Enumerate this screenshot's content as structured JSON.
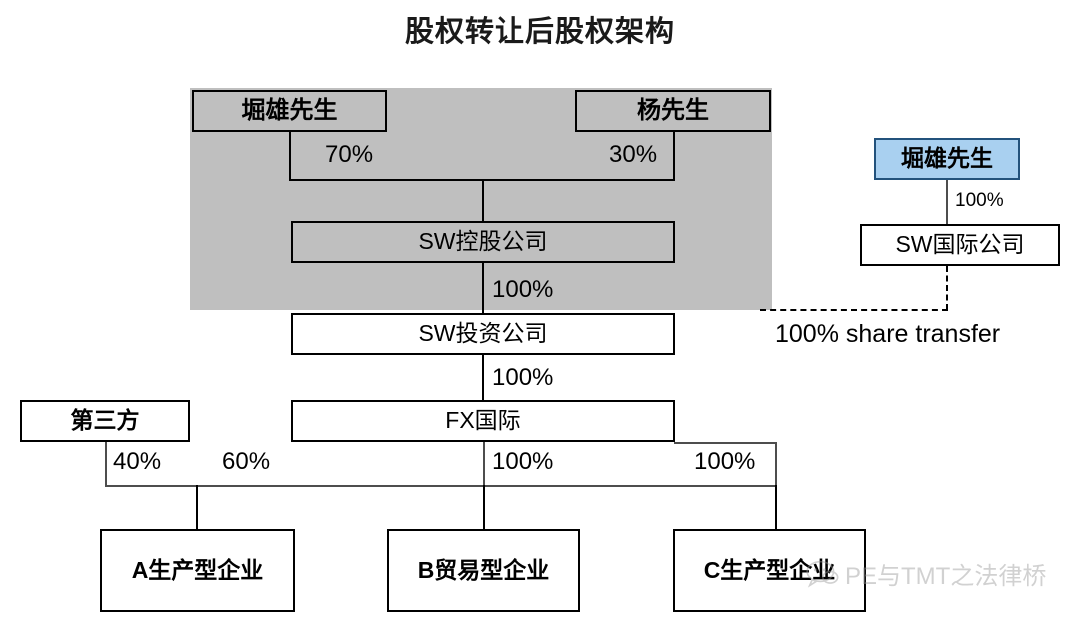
{
  "title": "股权转让后股权架构",
  "colors": {
    "highlight_band": "#bfbfbf",
    "blue_box_fill": "#a9d0f0",
    "blue_box_border": "#23527c",
    "box_border": "#000000",
    "text": "#000000",
    "watermark": "#9a9a9a"
  },
  "nodes": {
    "horio_left": "堀雄先生",
    "yang": "杨先生",
    "sw_holding": "SW控股公司",
    "sw_investment": "SW投资公司",
    "fx_international": "FX国际",
    "third_party": "第三方",
    "company_a": "A生产型企业",
    "company_b": "B贸易型企业",
    "company_c": "C生产型企业",
    "horio_right": "堀雄先生",
    "sw_intl": "SW国际公司"
  },
  "edges": {
    "horio_to_holding": "70%",
    "yang_to_holding": "30%",
    "holding_to_investment": "100%",
    "investment_to_fx": "100%",
    "thirdparty_to_a": "40%",
    "fx_to_a": "60%",
    "fx_to_b": "100%",
    "fx_to_c": "100%",
    "horio_right_to_swintl": "100%",
    "share_transfer_note": "100% share transfer"
  },
  "watermark": {
    "text": "PE与TMT之法律桥",
    "icon": "chat-bubble-icon"
  }
}
